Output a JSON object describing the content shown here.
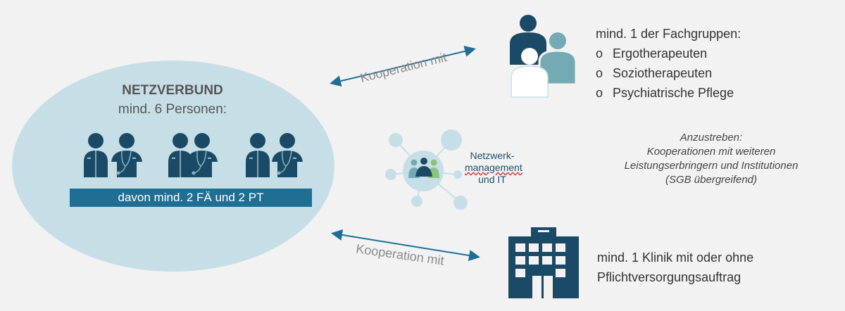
{
  "netzverbund": {
    "title": "NETZVERBUND",
    "subtitle": "mind. 6 Personen:",
    "banner": "davon mind. 2 FÄ und 2 PT"
  },
  "cooperation_top": "Kooperation mit",
  "cooperation_bottom": "Kooperation mit",
  "network_management": {
    "line1": "Netzwerk-",
    "line2": "management",
    "line3": "und IT"
  },
  "fachgruppen": {
    "heading": "mind. 1 der Fachgruppen:",
    "items": [
      "Ergotherapeuten",
      "Soziotherapeuten",
      "Psychiatrische Pflege"
    ]
  },
  "anzustreben": {
    "line1": "Anzustreben:",
    "line2": "Kooperationen mit weiteren",
    "line3": "Leistungserbringern und Institutionen",
    "line4": "(SGB übergreifend)"
  },
  "klinik": {
    "line1": "mind. 1 Klinik mit oder ohne",
    "line2": "Pflichtversorgungsauftrag"
  },
  "colors": {
    "dark": "#1b4a66",
    "ellipse": "#c6dfe6",
    "banner": "#1f6e94",
    "teal": "#74aab4",
    "green": "#8cc17e"
  }
}
